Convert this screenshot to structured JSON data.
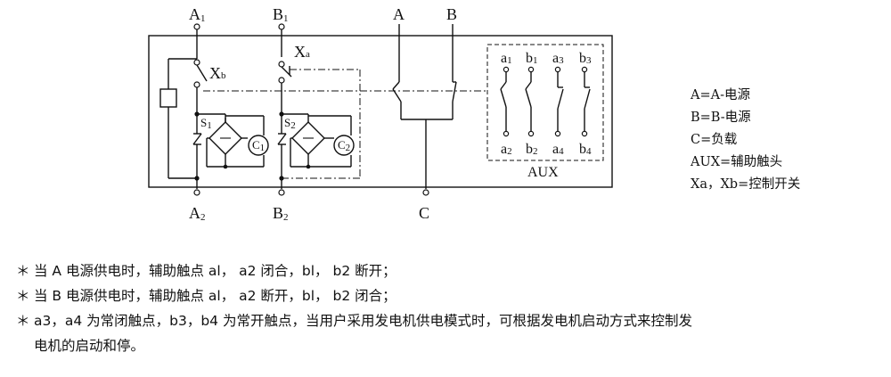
{
  "diagram": {
    "labels": {
      "a_top": "A",
      "a_top_sub": "1",
      "b_top": "B",
      "b_top_sub": "1",
      "a_bottom": "A",
      "a_bottom_sub": "2",
      "b_bottom": "B",
      "b_bottom_sub": "2",
      "xb": "X",
      "xb_sub": "b",
      "xa": "X",
      "xa_sub": "a",
      "s1": "S",
      "s1_sub": "1",
      "s2": "S",
      "s2_sub": "2",
      "c1": "C",
      "c1_sub": "1",
      "c2": "C",
      "c2_sub": "2",
      "main_a": "A",
      "main_b": "B",
      "main_c": "C",
      "aux_title": "AUX",
      "aux_top": [
        {
          "t": "a",
          "s": "1"
        },
        {
          "t": "b",
          "s": "1"
        },
        {
          "t": "a",
          "s": "3"
        },
        {
          "t": "b",
          "s": "3"
        }
      ],
      "aux_bottom": [
        {
          "t": "a",
          "s": "2"
        },
        {
          "t": "b",
          "s": "2"
        },
        {
          "t": "a",
          "s": "4"
        },
        {
          "t": "b",
          "s": "4"
        }
      ]
    }
  },
  "legend": [
    "A=A-电源",
    "B=B-电源",
    "C=负载",
    "AUX=辅助触头",
    "Xa，Xb=控制开关"
  ],
  "notes": {
    "bullet": "＊",
    "items": [
      "当 A 电源供电时，辅助触点 al， a2 闭合，bl， b2 断开；",
      "当 B 电源供电时，辅助触点 al， a2 断开，bl， b2 闭合；",
      "a3，a4 为常闭触点，b3，b4 为常开触点，当用户采用发电机供电模式时，可根据发电机启动方式来控制发"
    ],
    "continuation": "电机的启动和停。"
  }
}
